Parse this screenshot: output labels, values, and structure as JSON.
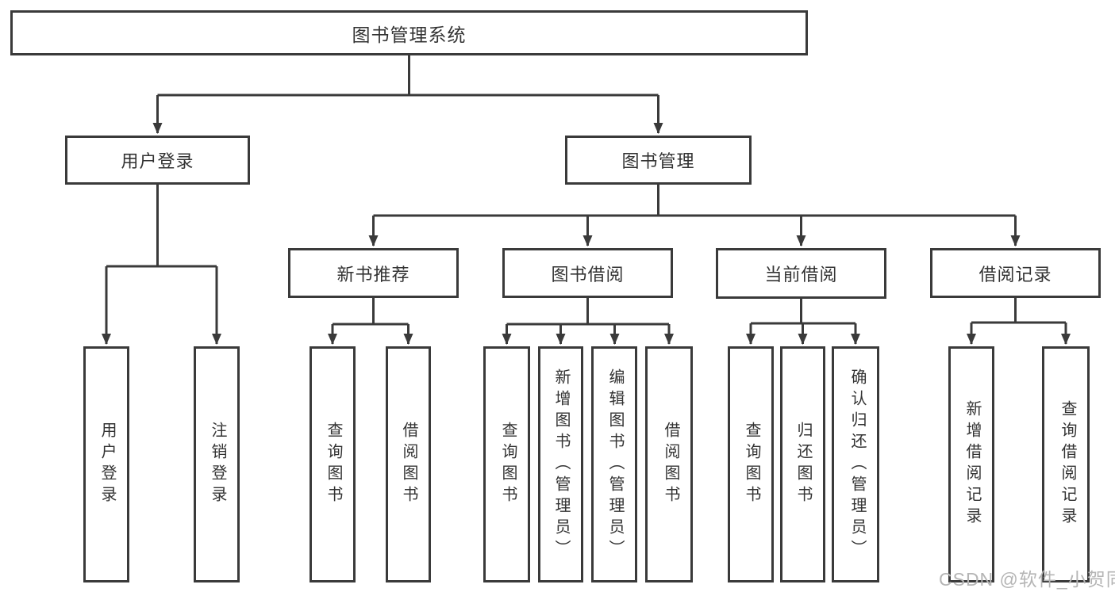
{
  "diagram": {
    "title_node": "图书管理系统",
    "level2": {
      "user_login": "用户登录",
      "book_mgmt": "图书管理"
    },
    "level3": {
      "new_books": "新书推荐",
      "book_borrow": "图书借阅",
      "current_borrow": "当前借阅",
      "borrow_records": "借阅记录"
    },
    "level4": {
      "user_login": [
        "用户登录",
        "注销登录"
      ],
      "new_books": [
        "查询图书",
        "借阅图书"
      ],
      "book_borrow": [
        "查询图书",
        "新增图书（管理员）",
        "编辑图书（管理员）",
        "借阅图书"
      ],
      "current_borrow": [
        "查询图书",
        "归还图书",
        "确认归还（管理员）"
      ],
      "borrow_records": [
        "新增借阅记录",
        "查询借阅记录"
      ]
    }
  },
  "watermark": {
    "text": "CSDN @软件_小贺同学"
  },
  "colors": {
    "line": "#3a3a3a",
    "text": "#333333",
    "watermark": "#b5b5b5",
    "background": "#ffffff"
  }
}
